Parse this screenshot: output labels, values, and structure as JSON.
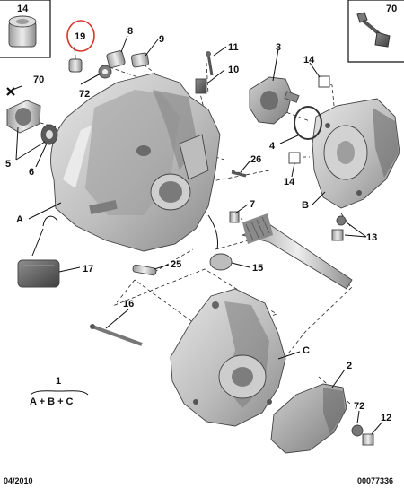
{
  "callouts": {
    "n14a": "14",
    "n70a": "70",
    "n19": "19",
    "n8": "8",
    "n9": "9",
    "n11": "11",
    "n3": "3",
    "n14b": "14",
    "n70b": "70",
    "n10": "10",
    "n72a": "72",
    "n5": "5",
    "n6": "6",
    "n4": "4",
    "n26": "26",
    "n14c": "14",
    "nB": "B",
    "nA": "A",
    "n7": "7",
    "n13": "13",
    "n17": "17",
    "n25": "25",
    "n15": "15",
    "n16": "16",
    "nC": "C",
    "n2": "2",
    "n72b": "72",
    "n12": "12"
  },
  "legend": {
    "number": "1",
    "formula": "A + B + C"
  },
  "footer": {
    "date": "04/2010",
    "ref": "00077336"
  },
  "colors": {
    "highlight": "#d9342b",
    "part_light": "#d8d8d8",
    "part_mid": "#a9a9a9",
    "part_dark": "#6f6f6f"
  }
}
